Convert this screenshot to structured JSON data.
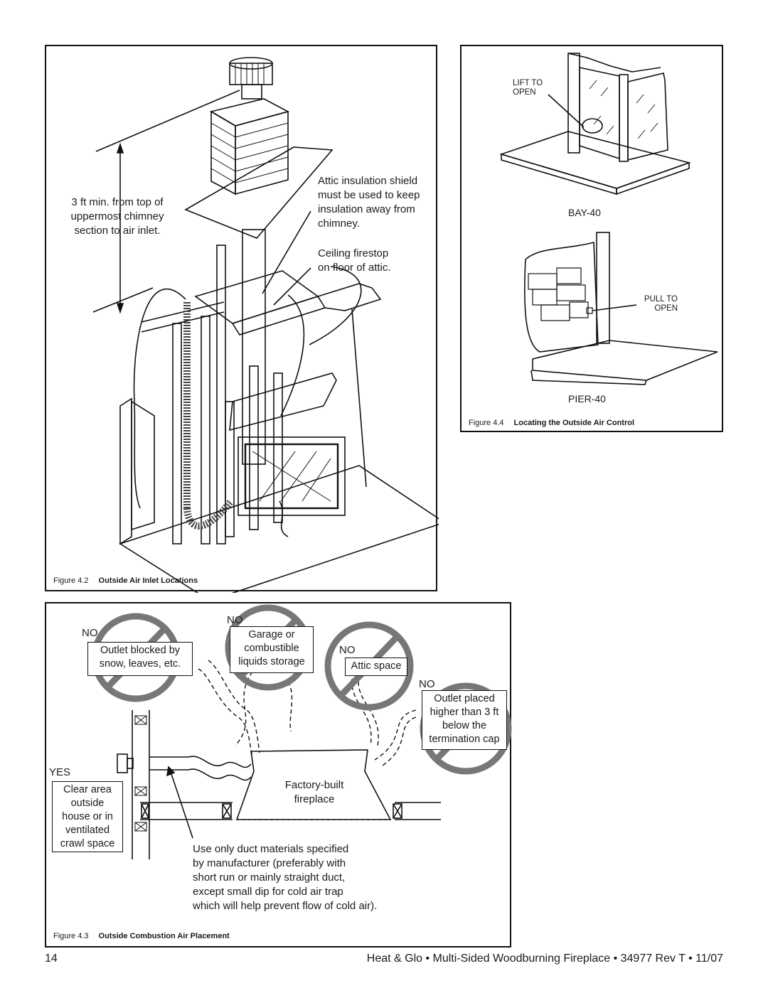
{
  "fig42": {
    "note_left": [
      "3 ft min. from top of",
      "uppermost chimney",
      "section to air inlet."
    ],
    "note_shield": [
      "Attic insulation shield",
      "must be used to keep",
      "insulation away from",
      "chimney."
    ],
    "note_firestop": [
      "Ceiling firestop",
      "on floor of attic."
    ],
    "caption_num": "Figure 4.2",
    "caption_text": "Outside Air Inlet Locations"
  },
  "fig44": {
    "lift_label": [
      "LIFT TO",
      "OPEN"
    ],
    "bay_label": "BAY-40",
    "pull_label": [
      "PULL TO",
      "OPEN"
    ],
    "pier_label": "PIER-40",
    "caption_num": "Figure 4.4",
    "caption_text": "Locating the Outside Air Control"
  },
  "fig43": {
    "no1": "NO",
    "box1": [
      "Outlet blocked by",
      "snow, leaves, etc."
    ],
    "no2": "NO",
    "box2": [
      "Garage or",
      "combustible",
      "liquids storage"
    ],
    "no3": "NO",
    "box3": "Attic space",
    "no4": "NO",
    "box4": [
      "Outlet placed",
      "higher than 3 ft",
      "below the",
      "termination cap"
    ],
    "yes": "YES",
    "box_yes": [
      "Clear area",
      "outside",
      "house or in",
      "ventilated",
      "crawl space"
    ],
    "fireplace": [
      "Factory-built",
      "fireplace"
    ],
    "duct_note": [
      "Use only duct materials specified",
      "by manufacturer (preferably with",
      "short run or mainly straight duct,",
      "except small dip for cold air trap",
      "which will help prevent flow of cold air)."
    ],
    "caption_num": "Figure 4.3",
    "caption_text": "Outside Combustion Air Placement"
  },
  "footer": {
    "page_number": "14",
    "title": "Heat & Glo • Multi-Sided Woodburning Fireplace • 34977 Rev T • 11/07"
  }
}
